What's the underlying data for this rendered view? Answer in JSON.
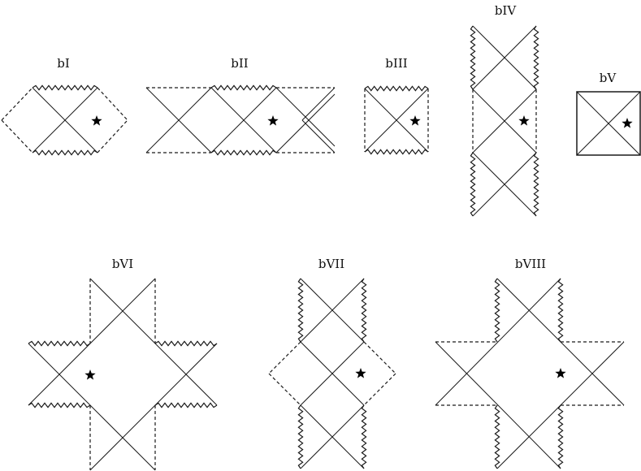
{
  "diagrams": [
    {
      "id": "bI",
      "label": "bI"
    },
    {
      "id": "bII",
      "label": "bII"
    },
    {
      "id": "bIII",
      "label": "bIII"
    },
    {
      "id": "bIV",
      "label": "bIV"
    },
    {
      "id": "bV",
      "label": "bV"
    },
    {
      "id": "bVI",
      "label": "bVI"
    },
    {
      "id": "bVII",
      "label": "bVII"
    },
    {
      "id": "bVIII",
      "label": "bVIII"
    }
  ],
  "colors": {
    "ink": "#1a1a1a",
    "background": "#ffffff"
  },
  "legend_symbols": {
    "marker": "star-icon",
    "edge_styles": [
      "dashed",
      "zigzag",
      "solid"
    ]
  }
}
